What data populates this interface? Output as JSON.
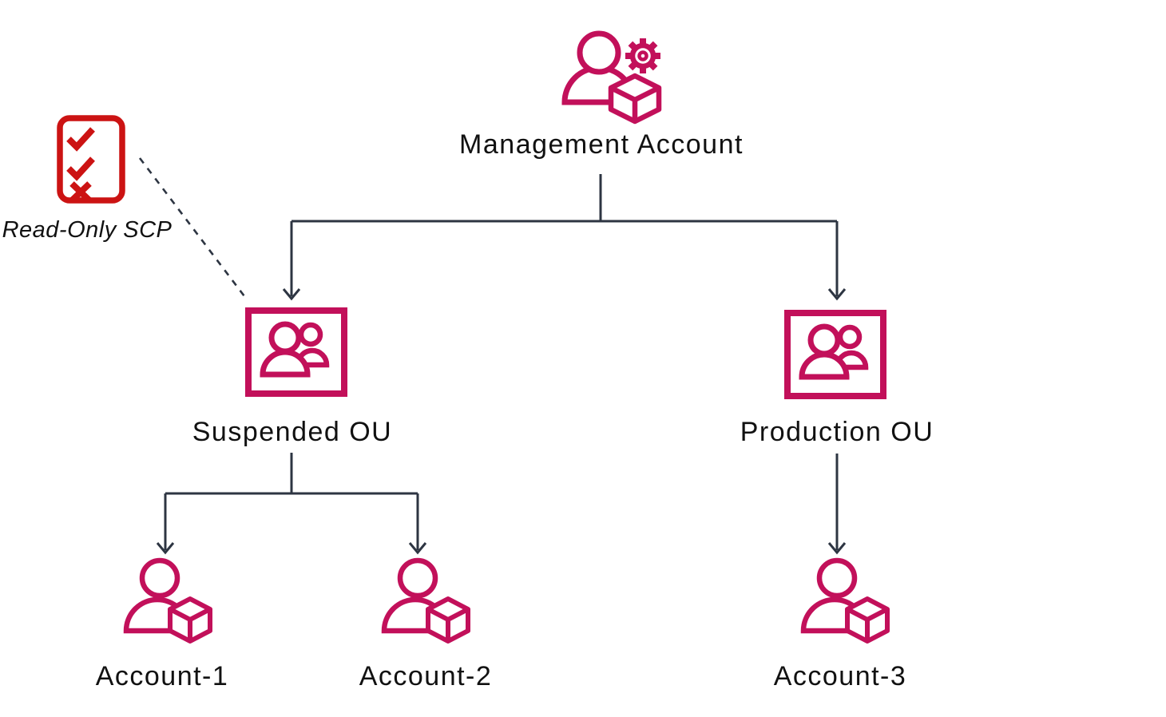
{
  "diagram": {
    "type": "aws-organizations-hierarchy",
    "nodes": {
      "management_account": {
        "label": "Management Account",
        "icon": "user-gear-cube-icon"
      },
      "read_only_scp": {
        "label": "Read-Only SCP",
        "icon": "policy-checklist-icon"
      },
      "suspended_ou": {
        "label": "Suspended OU",
        "icon": "organizational-unit-people-icon"
      },
      "production_ou": {
        "label": "Production OU",
        "icon": "organizational-unit-people-icon"
      },
      "account_1": {
        "label": "Account-1",
        "icon": "user-cube-icon"
      },
      "account_2": {
        "label": "Account-2",
        "icon": "user-cube-icon"
      },
      "account_3": {
        "label": "Account-3",
        "icon": "user-cube-icon"
      }
    },
    "edges": [
      {
        "from": "management_account",
        "to": "suspended_ou",
        "style": "solid-arrow"
      },
      {
        "from": "management_account",
        "to": "production_ou",
        "style": "solid-arrow"
      },
      {
        "from": "suspended_ou",
        "to": "account_1",
        "style": "solid-arrow"
      },
      {
        "from": "suspended_ou",
        "to": "account_2",
        "style": "solid-arrow"
      },
      {
        "from": "production_ou",
        "to": "account_3",
        "style": "solid-arrow"
      },
      {
        "from": "read_only_scp",
        "to": "suspended_ou",
        "style": "dashed-line"
      }
    ]
  },
  "colors": {
    "accent_pink": "#C2105A",
    "scp_red": "#CC1313",
    "line_color": "#2D3542",
    "text_color": "#111111",
    "background": "#FFFFFF"
  }
}
